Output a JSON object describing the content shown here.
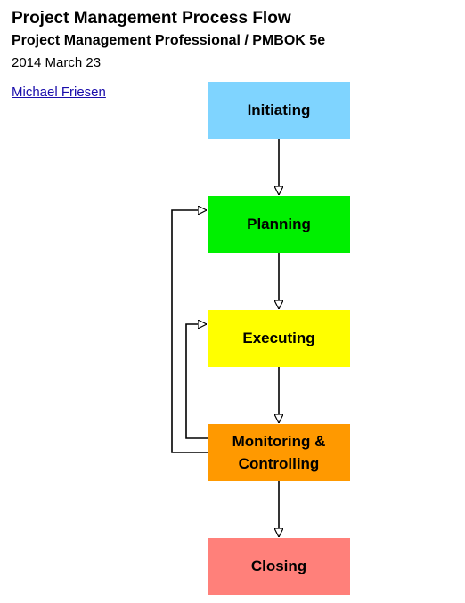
{
  "header": {
    "title": "Project Management Process Flow",
    "subtitle": "Project Management Professional / PMBOK 5e",
    "date": "2014 March 23",
    "author": "Michael Friesen"
  },
  "colors": {
    "initiating": "#7fd4ff",
    "planning": "#00f000",
    "executing": "#ffff00",
    "monitoring": "#ff9900",
    "closing": "#ff807a",
    "connector": "#000000"
  },
  "diagram": {
    "nodes": [
      {
        "id": "initiating",
        "label": "Initiating"
      },
      {
        "id": "planning",
        "label": "Planning"
      },
      {
        "id": "executing",
        "label": "Executing"
      },
      {
        "id": "monitoring",
        "label": "Monitoring &\nControlling"
      },
      {
        "id": "closing",
        "label": "Closing"
      }
    ],
    "edges": [
      {
        "from": "initiating",
        "to": "planning"
      },
      {
        "from": "planning",
        "to": "executing"
      },
      {
        "from": "executing",
        "to": "monitoring"
      },
      {
        "from": "monitoring",
        "to": "closing"
      },
      {
        "from": "monitoring",
        "to": "executing"
      },
      {
        "from": "monitoring",
        "to": "planning"
      }
    ]
  }
}
